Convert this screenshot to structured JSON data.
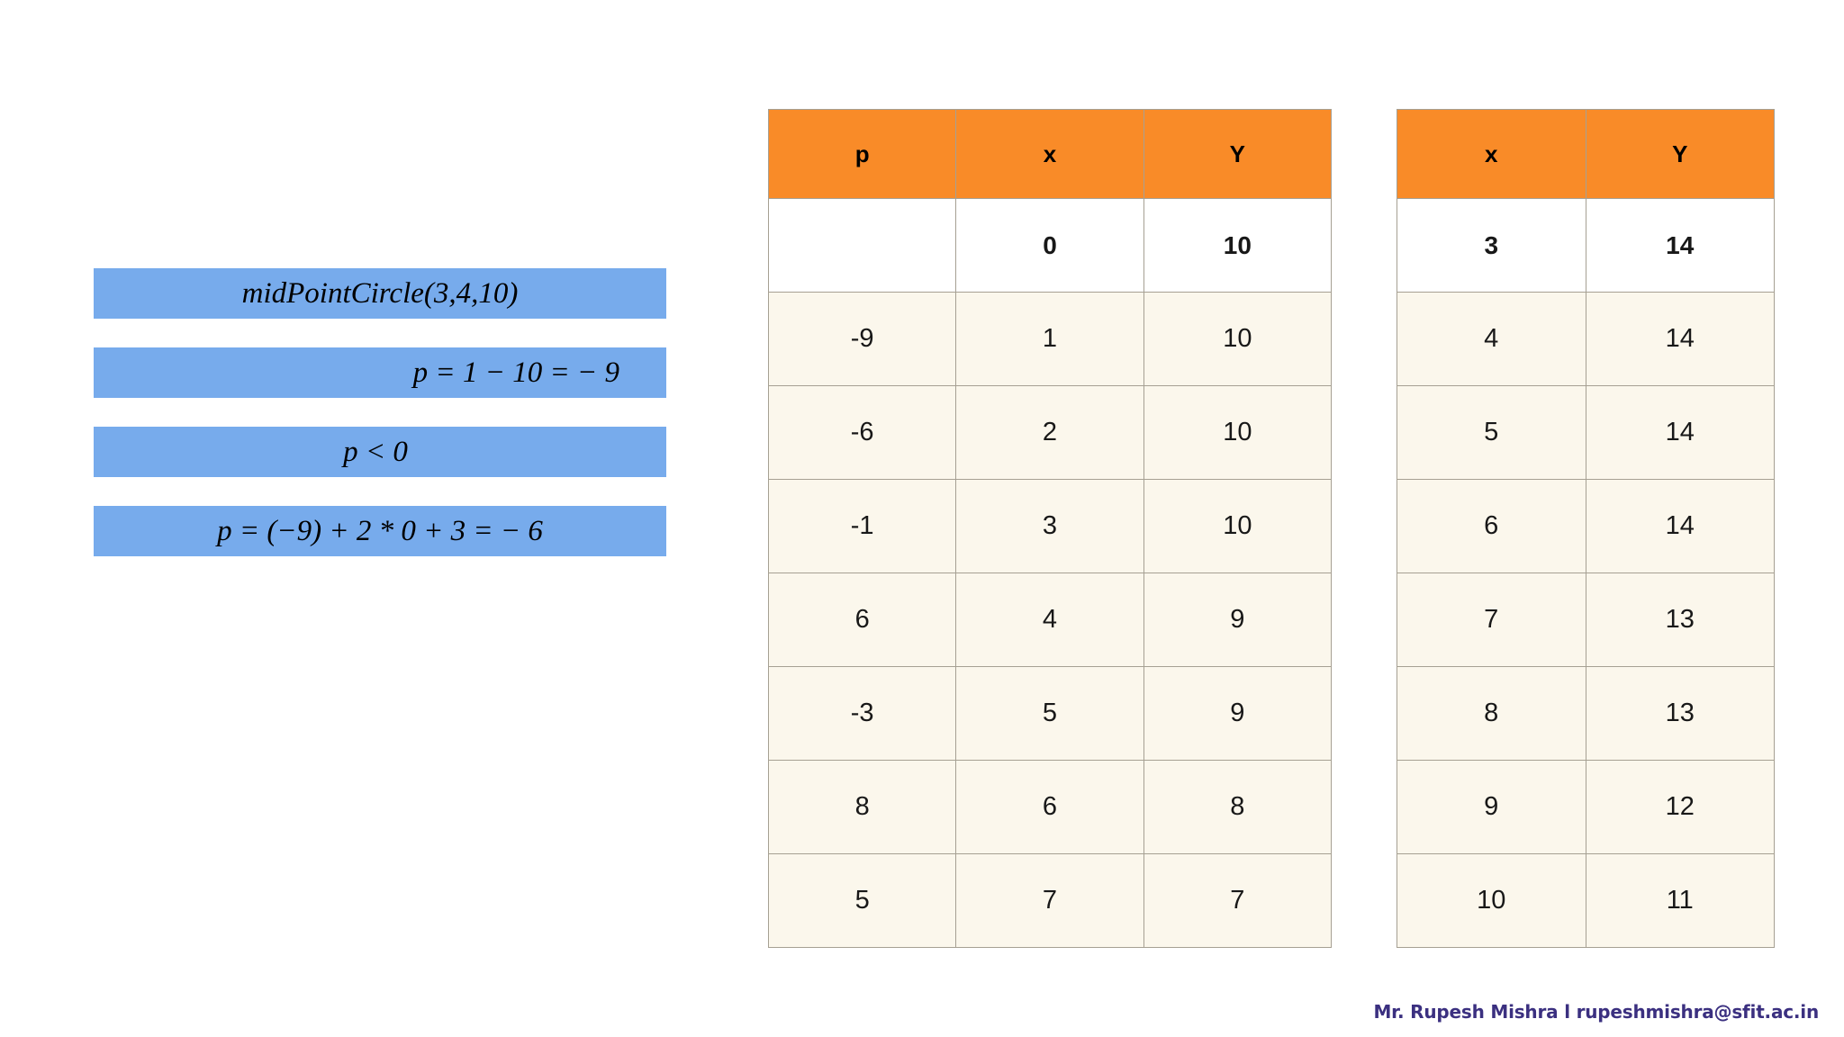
{
  "steps": {
    "boxes": [
      {
        "text": "midPointCircle(3,4,10)",
        "style": "italic"
      },
      {
        "text": "p = 1 − 10 = − 9",
        "style": "italic"
      },
      {
        "text": "p < 0",
        "style": "italic"
      },
      {
        "text": "p = (−9) + 2 * 0 + 3 = − 6",
        "style": "italic"
      }
    ]
  },
  "table_one": {
    "headers": [
      "p",
      "x",
      "Y"
    ],
    "initial_row": [
      "",
      "0",
      "10"
    ],
    "rows": [
      [
        "-9",
        "1",
        "10"
      ],
      [
        "-6",
        "2",
        "10"
      ],
      [
        "-1",
        "3",
        "10"
      ],
      [
        "6",
        "4",
        "9"
      ],
      [
        "-3",
        "5",
        "9"
      ],
      [
        "8",
        "6",
        "8"
      ],
      [
        "5",
        "7",
        "7"
      ]
    ]
  },
  "table_two": {
    "headers": [
      "x",
      "Y"
    ],
    "initial_row": [
      "3",
      "14"
    ],
    "rows": [
      [
        "4",
        "14"
      ],
      [
        "5",
        "14"
      ],
      [
        "6",
        "14"
      ],
      [
        "7",
        "13"
      ],
      [
        "8",
        "13"
      ],
      [
        "9",
        "12"
      ],
      [
        "10",
        "11"
      ]
    ]
  },
  "footer": {
    "credit": "Mr. Rupesh Mishra l rupeshmishra@sfit.ac.in"
  },
  "colors": {
    "header_orange": "#F98B28",
    "step_blue": "#77ABEC",
    "row_cream": "#FBF7EC",
    "initial_row_white": "#FFFFFF",
    "grid_line": "#A6A093",
    "footer_purple": "#3B3080",
    "page_background": "#FFFFFF"
  },
  "chart_data": {
    "type": "table",
    "title": "Midpoint Circle Algorithm trace for midPointCircle(3,4,10)",
    "tables": [
      {
        "name": "decision-parameter-table",
        "columns": [
          "p",
          "x",
          "Y"
        ],
        "rows": [
          [
            "",
            "0",
            "10"
          ],
          [
            "-9",
            "1",
            "10"
          ],
          [
            "-6",
            "2",
            "10"
          ],
          [
            "-1",
            "3",
            "10"
          ],
          [
            "6",
            "4",
            "9"
          ],
          [
            "-3",
            "5",
            "9"
          ],
          [
            "8",
            "6",
            "8"
          ],
          [
            "5",
            "7",
            "7"
          ]
        ]
      },
      {
        "name": "translated-coordinates-table",
        "columns": [
          "x",
          "Y"
        ],
        "rows": [
          [
            "3",
            "14"
          ],
          [
            "4",
            "14"
          ],
          [
            "5",
            "14"
          ],
          [
            "6",
            "14"
          ],
          [
            "7",
            "13"
          ],
          [
            "8",
            "13"
          ],
          [
            "9",
            "12"
          ],
          [
            "10",
            "11"
          ]
        ]
      }
    ]
  }
}
